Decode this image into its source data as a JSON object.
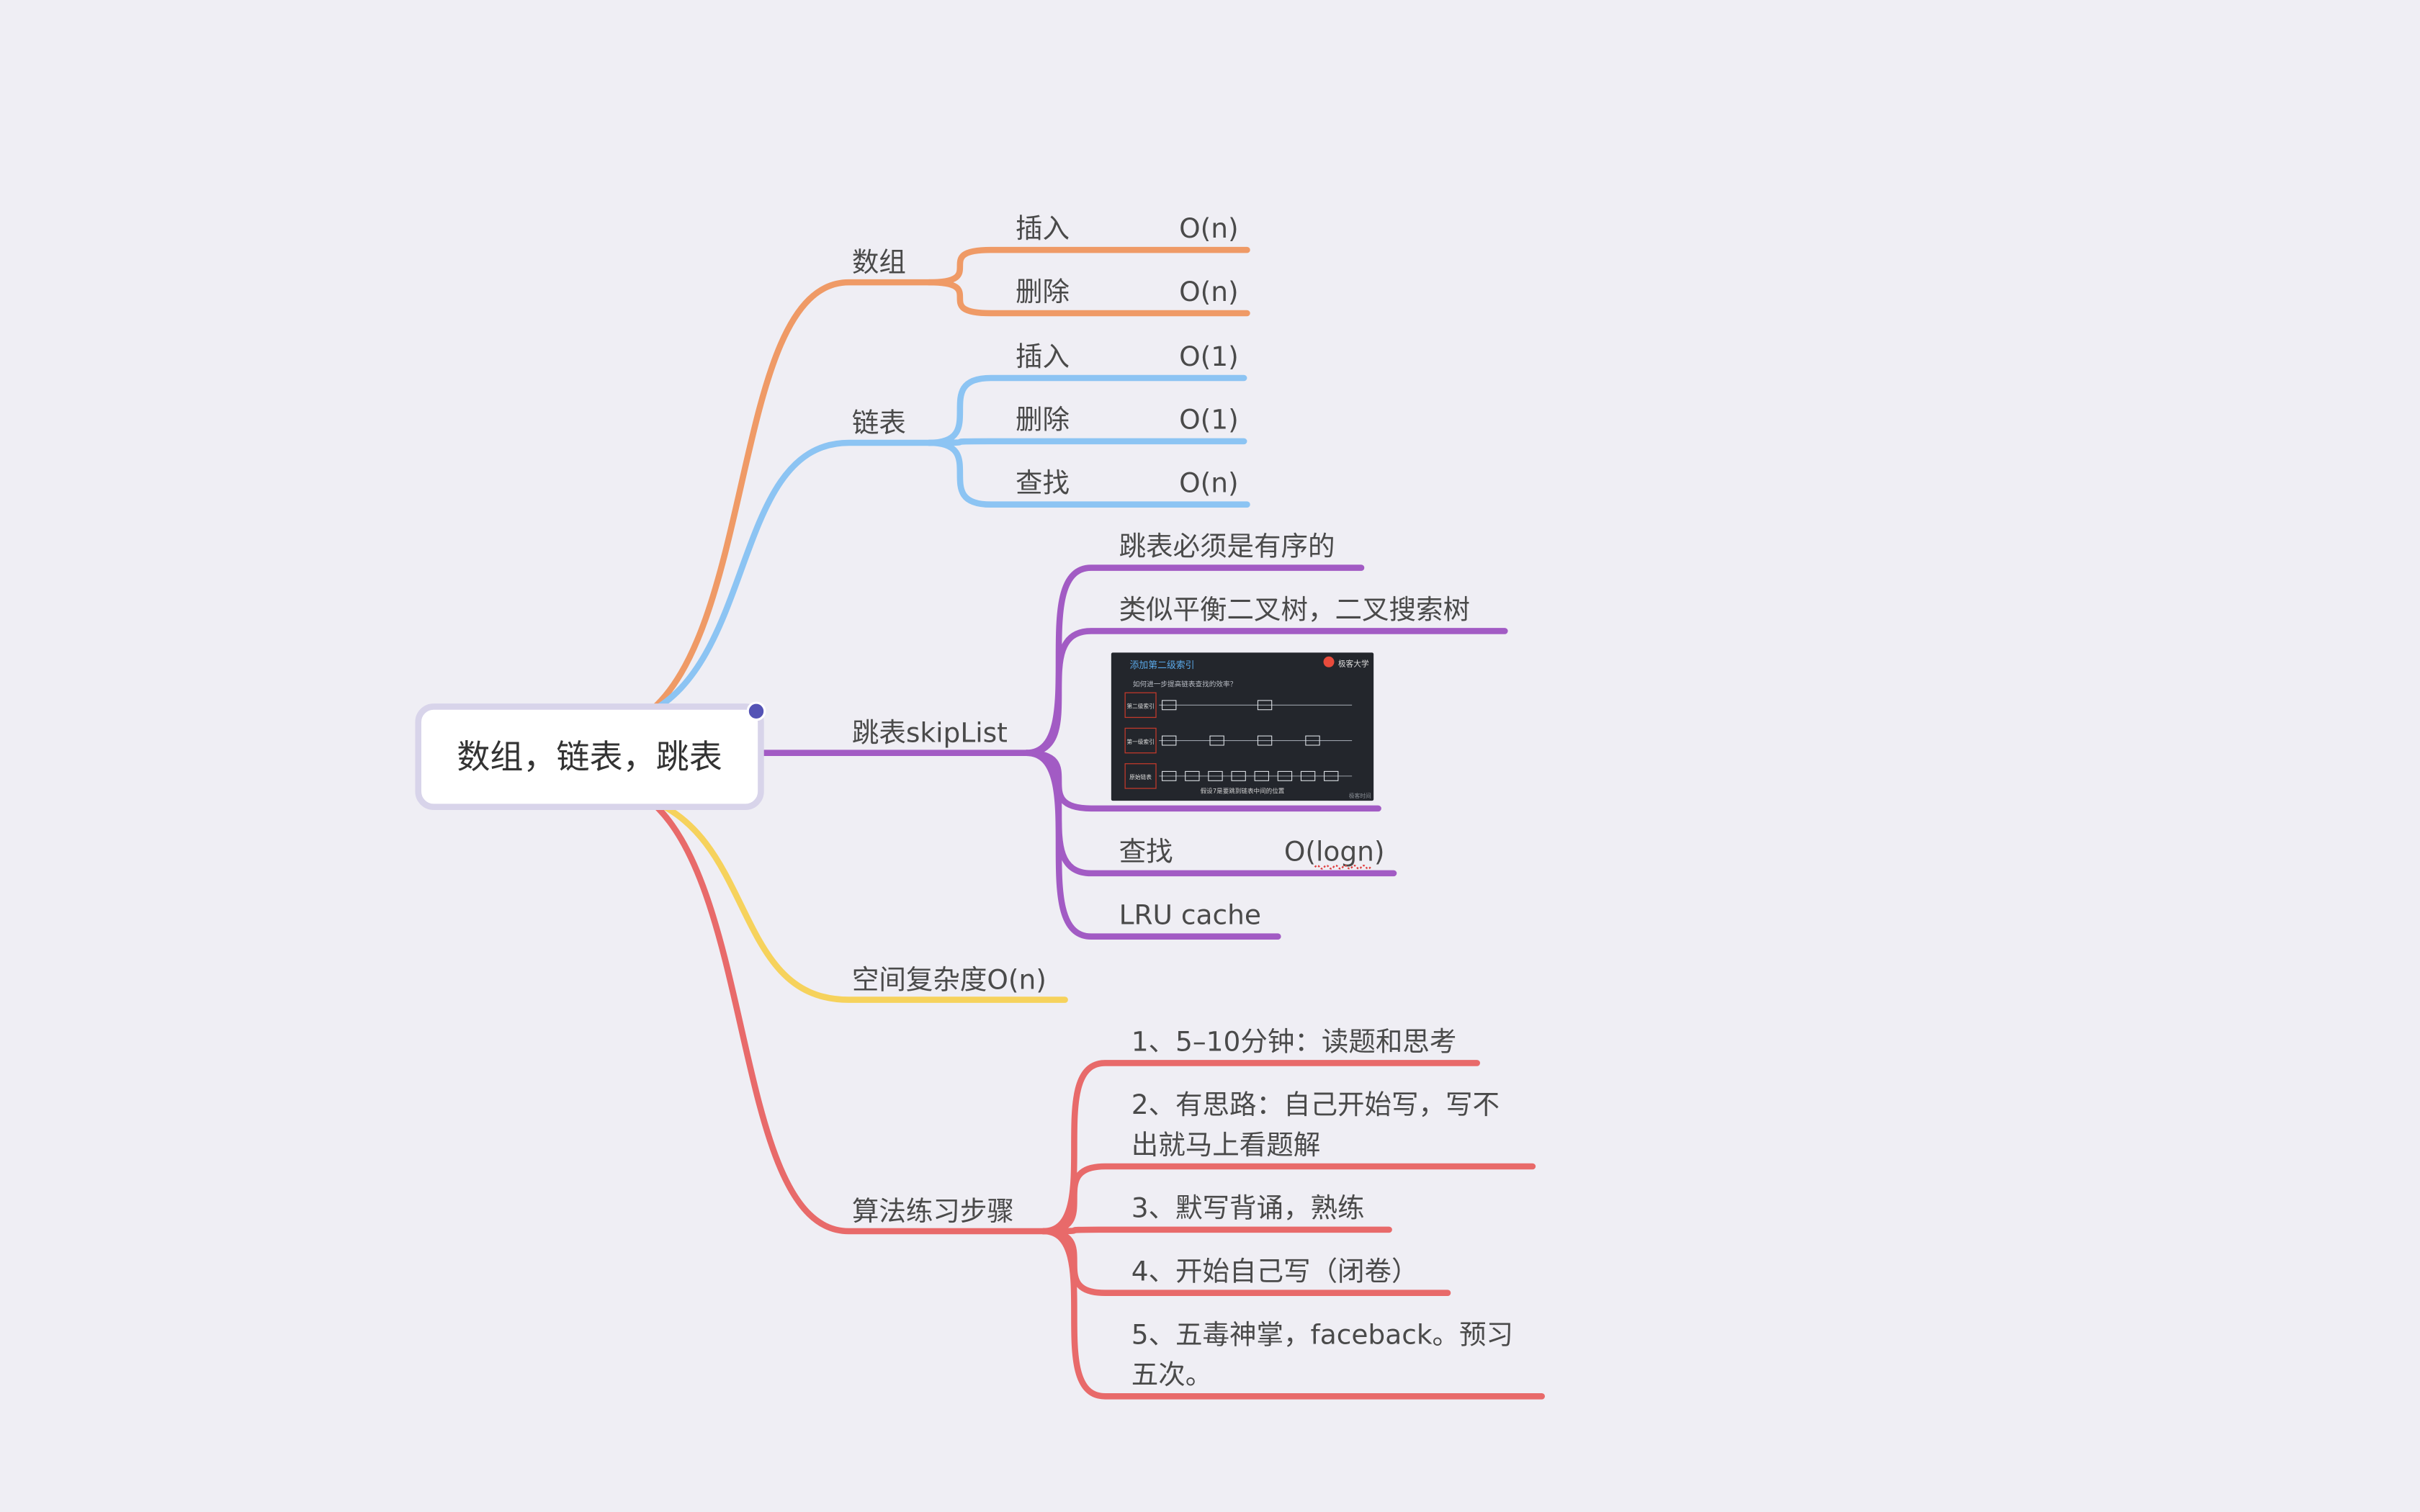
{
  "root": {
    "label": "数组，链表，跳表"
  },
  "colors": {
    "background": "#efeef4",
    "array": "#ef9a66",
    "linkedlist": "#8cc4f3",
    "skiplist": "#a25bc4",
    "space": "#f6d25c",
    "steps": "#e86a6a",
    "text": "#4a4a4a",
    "rootBorder": "#d8d4ea",
    "dot": "#5453b5"
  },
  "branches": [
    {
      "id": "array",
      "label": "数组",
      "children": [
        {
          "label": "插入",
          "value": "O(n)"
        },
        {
          "label": "删除",
          "value": "O(n)"
        }
      ]
    },
    {
      "id": "linkedlist",
      "label": "链表",
      "children": [
        {
          "label": "插入",
          "value": "O(1)"
        },
        {
          "label": "删除",
          "value": "O(1)"
        },
        {
          "label": "查找",
          "value": "O(n)"
        }
      ]
    },
    {
      "id": "skiplist",
      "label": "跳表skipList",
      "children": [
        {
          "label": "跳表必须是有序的"
        },
        {
          "label": "类似平衡二叉树，二叉搜索树"
        },
        {
          "label": "",
          "image": {
            "title": "添加第二级索引",
            "question": "如何进一步提高链表查找的效率？",
            "brand": "极客大学",
            "levels": [
              "第二级索引",
              "第一级索引",
              "原始链表"
            ],
            "caption": "假设7是要跳到链表中间的位置",
            "watermark": "极客时间"
          }
        },
        {
          "label": "查找",
          "value": "O(logn)"
        },
        {
          "label": "LRU cache"
        }
      ]
    },
    {
      "id": "space",
      "label": "空间复杂度O(n)",
      "children": []
    },
    {
      "id": "steps",
      "label": "算法练习步骤",
      "children": [
        {
          "lines": [
            "1、5–10分钟：读题和思考"
          ]
        },
        {
          "lines": [
            "2、有思路：自己开始写，写不",
            "出就马上看题解"
          ]
        },
        {
          "lines": [
            "3、默写背诵，熟练"
          ]
        },
        {
          "lines": [
            "4、开始自己写（闭卷）"
          ]
        },
        {
          "lines": [
            "5、五毒神掌，faceback。预习",
            "五次。"
          ]
        }
      ]
    }
  ]
}
